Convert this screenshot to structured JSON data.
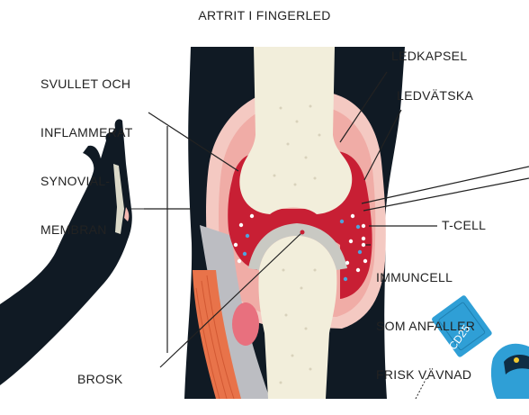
{
  "title": "ARTRIT I FINGERLED",
  "labels": {
    "synovial": [
      "SVULLET OCH",
      "INFLAMMERAT",
      "SYNOVIAL-",
      "MEMBRAN"
    ],
    "capsule": "LEDKAPSEL",
    "fluid": "LEDVÄTSKA",
    "tcell": "T-CELL",
    "immune": [
      "IMMUNCELL",
      "SOM ANFALLER",
      "FRISK VÄVNAD"
    ],
    "cartilage": "BROSK",
    "cd25": "CD25"
  },
  "colors": {
    "silhouette": "#101a24",
    "bone": "#f2eedb",
    "bone_speckle": "#d8d2bb",
    "cartilage": "#c9c9c3",
    "capsule_outer": "#f4c9c2",
    "capsule_inner": "#f0aca6",
    "inflamed_synovium": "#c81f34",
    "gray_tissue": "#bcbdc2",
    "muscle": "#e8734a",
    "cd25_tag": "#2f9fd6",
    "leader_line": "#222222"
  }
}
